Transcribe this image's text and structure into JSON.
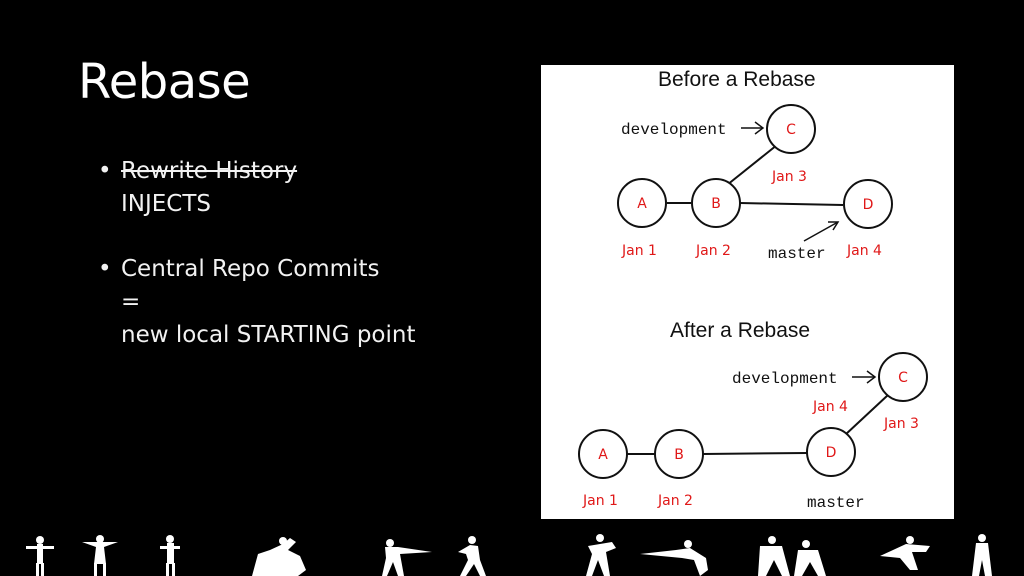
{
  "slide": {
    "title": "Rebase",
    "bullets": [
      {
        "lines": [
          "Rewrite History",
          "INJECTS"
        ]
      },
      {
        "lines": [
          "Central Repo  Commits",
          "=",
          "new local STARTING point"
        ]
      }
    ]
  },
  "diagram": {
    "before": {
      "heading": "Before a Rebase",
      "branch_dev": "development",
      "branch_master": "master",
      "nodes": {
        "a": "A",
        "b": "B",
        "c": "C",
        "d": "D"
      },
      "dates": {
        "a": "Jan 1",
        "b": "Jan 2",
        "c": "Jan 3",
        "d": "Jan 4"
      }
    },
    "after": {
      "heading": "After a Rebase",
      "branch_dev": "development",
      "branch_master": "master",
      "nodes": {
        "a": "A",
        "b": "B",
        "c": "C",
        "d": "D"
      },
      "dates": {
        "a": "Jan 1",
        "b": "Jan 2",
        "c": "Jan 3",
        "d": "Jan 4"
      }
    }
  },
  "colors": {
    "annotation": "#e01818",
    "background": "#000000",
    "panel": "#ffffff"
  },
  "decoration": {
    "footer": "row of white silhouette figures"
  }
}
